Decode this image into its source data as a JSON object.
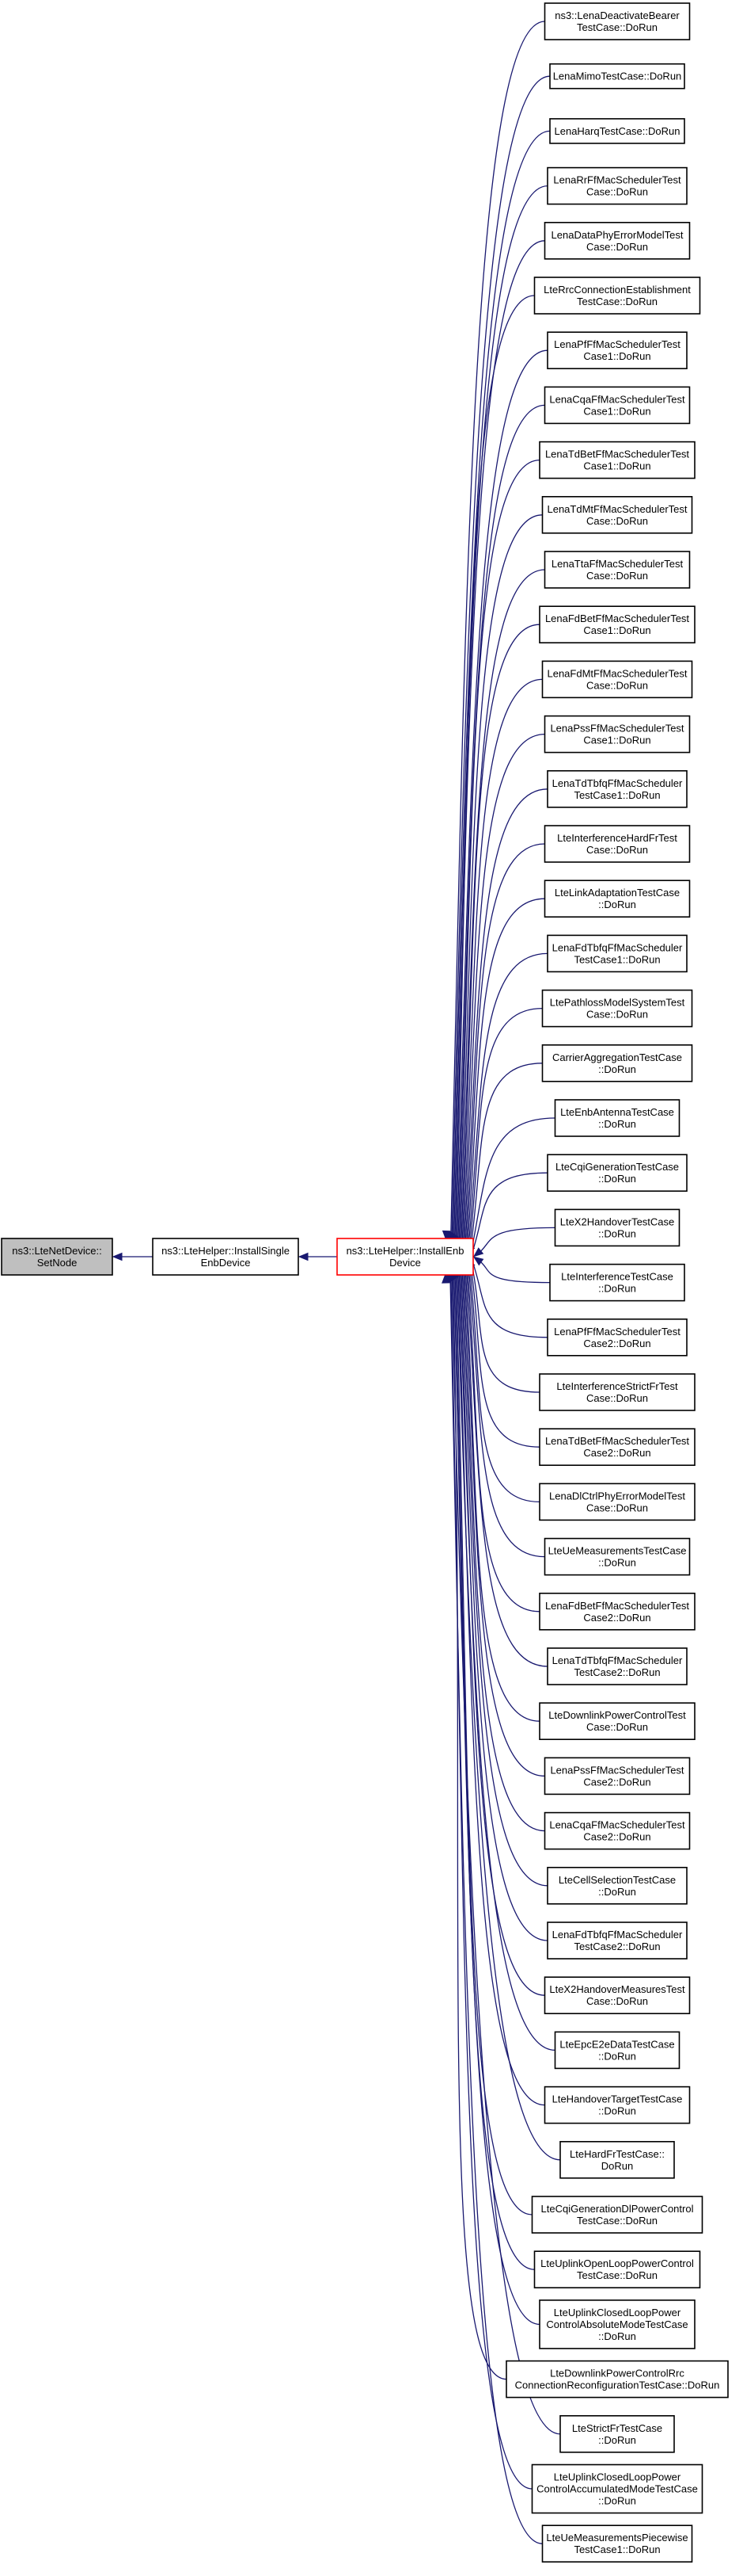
{
  "diagram": {
    "nodes": [
      {
        "id": "setnode",
        "lines": [
          "ns3::LteNetDevice::",
          "SetNode"
        ],
        "style": "root"
      },
      {
        "id": "installsingle",
        "lines": [
          "ns3::LteHelper::InstallSingle",
          "EnbDevice"
        ],
        "style": "normal"
      },
      {
        "id": "installenb",
        "lines": [
          "ns3::LteHelper::InstallEnb",
          "Device"
        ],
        "style": "focus"
      }
    ],
    "edges": [
      {
        "from": "installsingle",
        "to": "setnode"
      },
      {
        "from": "installenb",
        "to": "installsingle"
      }
    ],
    "callers": [
      [
        "ns3::LenaDeactivateBearer",
        "TestCase::DoRun"
      ],
      [
        "LenaMimoTestCase::DoRun"
      ],
      [
        "LenaHarqTestCase::DoRun"
      ],
      [
        "LenaRrFfMacSchedulerTest",
        "Case::DoRun"
      ],
      [
        "LenaDataPhyErrorModelTest",
        "Case::DoRun"
      ],
      [
        "LteRrcConnectionEstablishment",
        "TestCase::DoRun"
      ],
      [
        "LenaPfFfMacSchedulerTest",
        "Case1::DoRun"
      ],
      [
        "LenaCqaFfMacSchedulerTest",
        "Case1::DoRun"
      ],
      [
        "LenaTdBetFfMacSchedulerTest",
        "Case1::DoRun"
      ],
      [
        "LenaTdMtFfMacSchedulerTest",
        "Case::DoRun"
      ],
      [
        "LenaTtaFfMacSchedulerTest",
        "Case::DoRun"
      ],
      [
        "LenaFdBetFfMacSchedulerTest",
        "Case1::DoRun"
      ],
      [
        "LenaFdMtFfMacSchedulerTest",
        "Case::DoRun"
      ],
      [
        "LenaPssFfMacSchedulerTest",
        "Case1::DoRun"
      ],
      [
        "LenaTdTbfqFfMacScheduler",
        "TestCase1::DoRun"
      ],
      [
        "LteInterferenceHardFrTest",
        "Case::DoRun"
      ],
      [
        "LteLinkAdaptationTestCase",
        "::DoRun"
      ],
      [
        "LenaFdTbfqFfMacScheduler",
        "TestCase1::DoRun"
      ],
      [
        "LtePathlossModelSystemTest",
        "Case::DoRun"
      ],
      [
        "CarrierAggregationTestCase",
        "::DoRun"
      ],
      [
        "LteEnbAntennaTestCase",
        "::DoRun"
      ],
      [
        "LteCqiGenerationTestCase",
        "::DoRun"
      ],
      [
        "LteX2HandoverTestCase",
        "::DoRun"
      ],
      [
        "LteInterferenceTestCase",
        "::DoRun"
      ],
      [
        "LenaPfFfMacSchedulerTest",
        "Case2::DoRun"
      ],
      [
        "LteInterferenceStrictFrTest",
        "Case::DoRun"
      ],
      [
        "LenaTdBetFfMacSchedulerTest",
        "Case2::DoRun"
      ],
      [
        "LenaDlCtrlPhyErrorModelTest",
        "Case::DoRun"
      ],
      [
        "LteUeMeasurementsTestCase",
        "::DoRun"
      ],
      [
        "LenaFdBetFfMacSchedulerTest",
        "Case2::DoRun"
      ],
      [
        "LenaTdTbfqFfMacScheduler",
        "TestCase2::DoRun"
      ],
      [
        "LteDownlinkPowerControlTest",
        "Case::DoRun"
      ],
      [
        "LenaPssFfMacSchedulerTest",
        "Case2::DoRun"
      ],
      [
        "LenaCqaFfMacSchedulerTest",
        "Case2::DoRun"
      ],
      [
        "LteCellSelectionTestCase",
        "::DoRun"
      ],
      [
        "LenaFdTbfqFfMacScheduler",
        "TestCase2::DoRun"
      ],
      [
        "LteX2HandoverMeasuresTest",
        "Case::DoRun"
      ],
      [
        "LteEpcE2eDataTestCase",
        "::DoRun"
      ],
      [
        "LteHandoverTargetTestCase",
        "::DoRun"
      ],
      [
        "LteHardFrTestCase::",
        "DoRun"
      ],
      [
        "LteCqiGenerationDlPowerControl",
        "TestCase::DoRun"
      ],
      [
        "LteUplinkOpenLoopPowerControl",
        "TestCase::DoRun"
      ],
      [
        "LteUplinkClosedLoopPower",
        "ControlAbsoluteModeTestCase",
        "::DoRun"
      ],
      [
        "LteDownlinkPowerControlRrc",
        "ConnectionReconfigurationTestCase::DoRun"
      ],
      [
        "LteStrictFrTestCase",
        "::DoRun"
      ],
      [
        "LteUplinkClosedLoopPower",
        "ControlAccumulatedModeTestCase",
        "::DoRun"
      ],
      [
        "LteUeMeasurementsPiecewise",
        "TestCase1::DoRun"
      ]
    ],
    "colors": {
      "edge": "#191970",
      "root_fill": "#bfbfbf",
      "focus_border": "#ff0000",
      "node_border": "#000000"
    }
  }
}
